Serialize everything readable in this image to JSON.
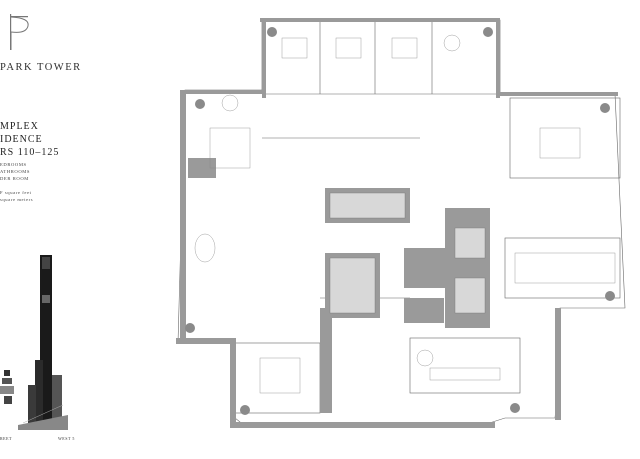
{
  "brand": {
    "name": "PARK TOWER"
  },
  "residence": {
    "title_line1": "MPLEX",
    "title_line2": "IDENCE",
    "title_line3": "RS 110–125",
    "specs": [
      "EDROOMS",
      "ATHROOMS",
      "DER ROOM"
    ],
    "area_sqft": "F square feet",
    "area_sqm": "square meters"
  },
  "streets": {
    "left": "REET",
    "bottom": "WEST 5"
  },
  "colors": {
    "wall": "#9a9a9a",
    "line": "#555555",
    "accent": "#b5b5b5",
    "text": "#2e2e2e"
  }
}
